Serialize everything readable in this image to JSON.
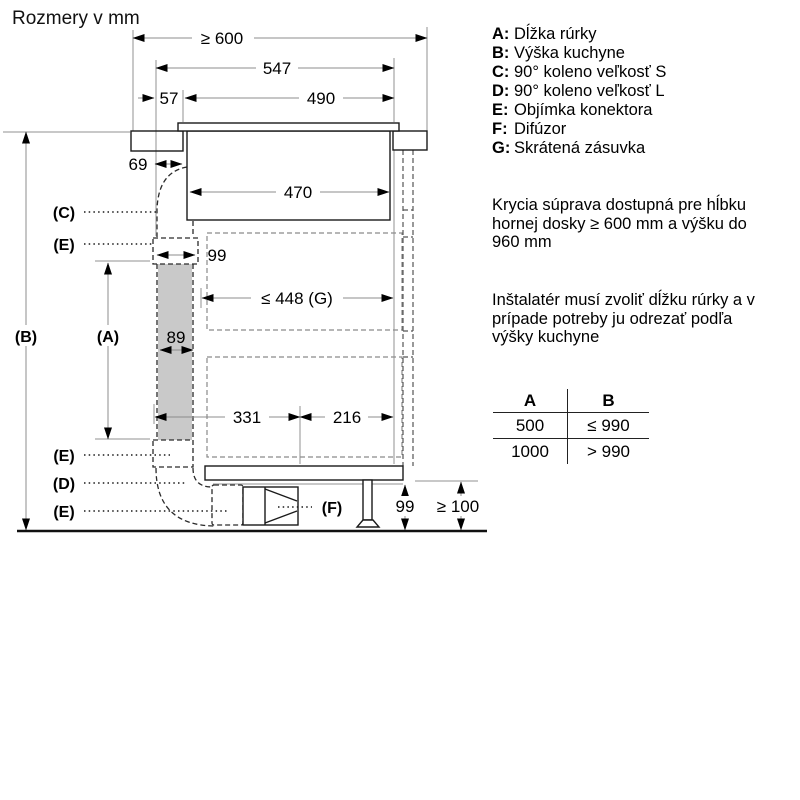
{
  "title": "Rozmery v mm",
  "legend": {
    "items": [
      {
        "key": "A:",
        "text": "Dĺžka rúrky"
      },
      {
        "key": "B:",
        "text": "Výška kuchyne"
      },
      {
        "key": "C:",
        "text": "90° koleno veľkosť S"
      },
      {
        "key": "D:",
        "text": "90° koleno veľkosť L"
      },
      {
        "key": "E:",
        "text": "Objímka konektora"
      },
      {
        "key": "F:",
        "text": "Difúzor"
      },
      {
        "key": "G:",
        "text": "Skrátená zásuvka"
      }
    ]
  },
  "notes": {
    "note1_lines": [
      "Krycia súprava dostupná pre hĺbku",
      "hornej dosky ≥ 600 mm a výšku do",
      "960 mm"
    ],
    "note2_lines": [
      "Inštalatér musí zvoliť dĺžku rúrky a v",
      "prípade potreby ju odrezať podľa",
      "výšky kuchyne"
    ]
  },
  "table": {
    "headers": [
      "A",
      "B"
    ],
    "rows": [
      [
        "500",
        "≤ 990"
      ],
      [
        "1000",
        "> 990"
      ]
    ]
  },
  "diagram": {
    "dims": {
      "min_width": "≥ 600",
      "width_547": "547",
      "offset_57": "57",
      "cutout_490": "490",
      "offset_69": "69",
      "inner_470": "470",
      "connector_99": "99",
      "drawer_448": "≤ 448 (G)",
      "duct_89": "89",
      "span_331": "331",
      "span_216": "216",
      "plinth_99": "99",
      "clearance_100": "≥ 100"
    },
    "labels": {
      "a": "(A)",
      "b": "(B)",
      "c": "(C)",
      "d": "(D)",
      "e": "(E)",
      "f": "(F)"
    }
  }
}
